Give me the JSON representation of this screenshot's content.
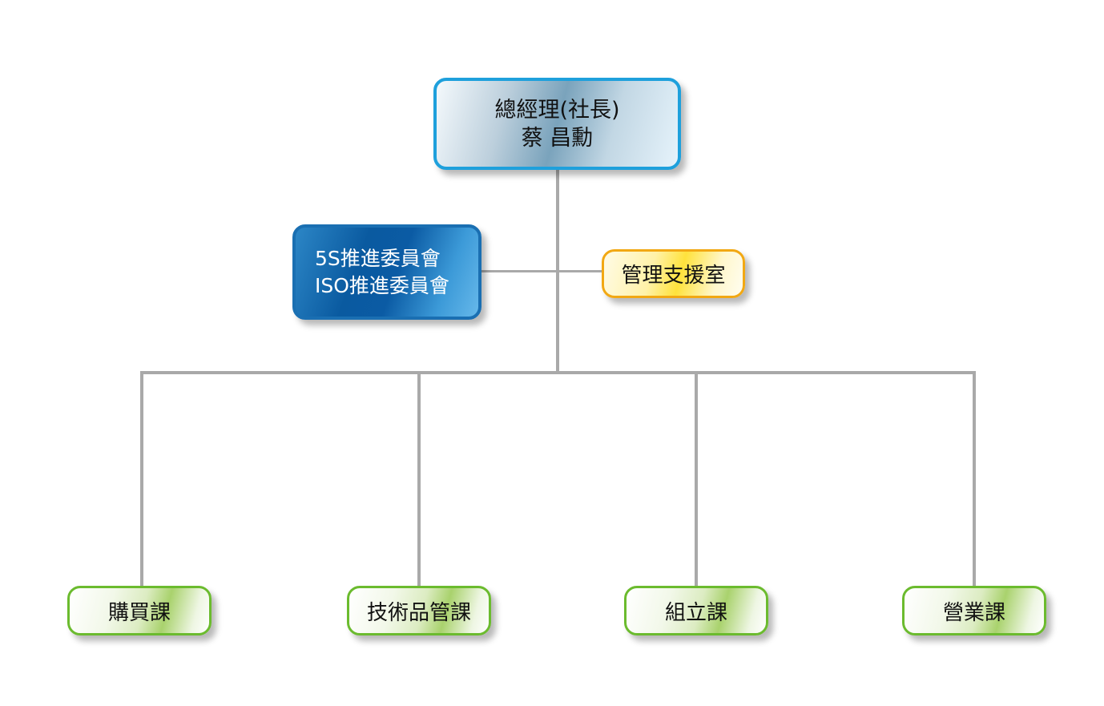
{
  "org_chart": {
    "ceo": {
      "title": "總經理(社長)",
      "name": "蔡 昌勳"
    },
    "committee": {
      "line1": "5S推進委員會",
      "line2": "ISO推進委員會"
    },
    "admin": {
      "label": "管理支援室"
    },
    "departments": [
      {
        "label": "購買課"
      },
      {
        "label": "技術品管課"
      },
      {
        "label": "組立課"
      },
      {
        "label": "營業課"
      }
    ]
  },
  "colors": {
    "connector": "#a9a9a9",
    "ceo_border": "#1ea0dc",
    "committee_border": "#1a6fb2",
    "admin_border": "#f2a813",
    "department_border": "#6bbb2e"
  }
}
